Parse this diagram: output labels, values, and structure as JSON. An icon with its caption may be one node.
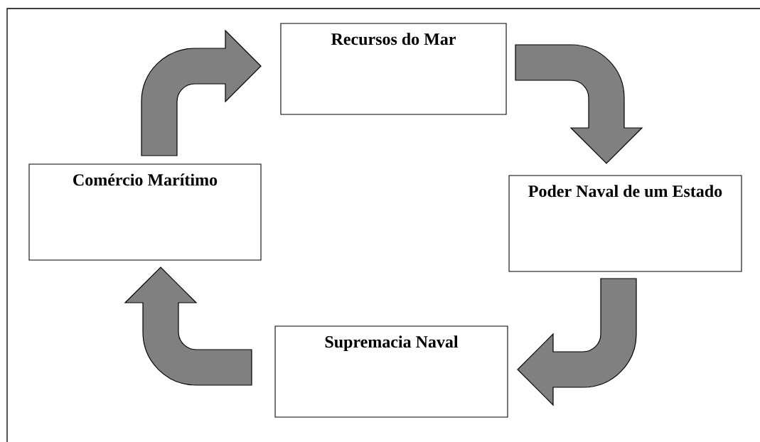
{
  "diagram": {
    "nodes": [
      {
        "text": [
          "Recursos do Mar"
        ]
      },
      {
        "text": [
          "Comércio Marítimo"
        ]
      },
      {
        "text": [
          "Poder Naval de um Estado"
        ]
      },
      {
        "text": [
          "Supremacia Naval"
        ]
      }
    ],
    "edges": [
      {
        "from": 1,
        "to": 0,
        "arrow": "to"
      },
      {
        "from": 0,
        "to": 2,
        "arrow": "to"
      },
      {
        "from": 2,
        "to": 3,
        "arrow": "to"
      },
      {
        "from": 3,
        "to": 1,
        "arrow": "to"
      }
    ]
  }
}
